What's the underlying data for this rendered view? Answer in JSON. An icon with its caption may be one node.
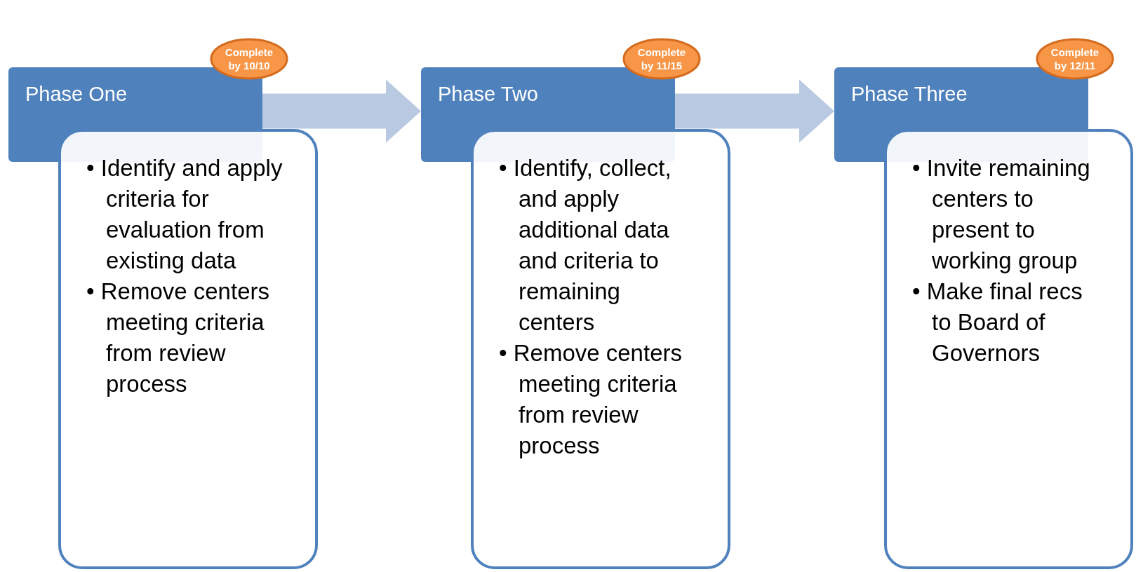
{
  "diagram": {
    "nodes": [
      {
        "text": [
          "Complete by 10/10"
        ]
      },
      {
        "text": [
          "Phase One"
        ]
      },
      {
        "text": [
          "• Identify and apply criteria for evaluation from existing data",
          "• Remove centers meeting criteria from review process"
        ]
      },
      {
        "text": [
          "Complete by 11/15"
        ]
      },
      {
        "text": [
          "Phase Two"
        ]
      },
      {
        "text": [
          "• Identify, collect, and apply additional data and criteria to remaining centers",
          "• Remove centers meeting criteria from review process"
        ]
      },
      {
        "text": [
          "Complete by 12/11"
        ]
      },
      {
        "text": [
          "Phase Three"
        ]
      },
      {
        "text": [
          "• Invite remaining centers to present to working group",
          "• Make final recs to Board of Governors"
        ]
      }
    ],
    "edges": [
      {
        "from": 1,
        "to": 4,
        "arrow": "to",
        "style": "thick"
      },
      {
        "from": 4,
        "to": 7,
        "arrow": "to",
        "style": "thick"
      }
    ]
  }
}
